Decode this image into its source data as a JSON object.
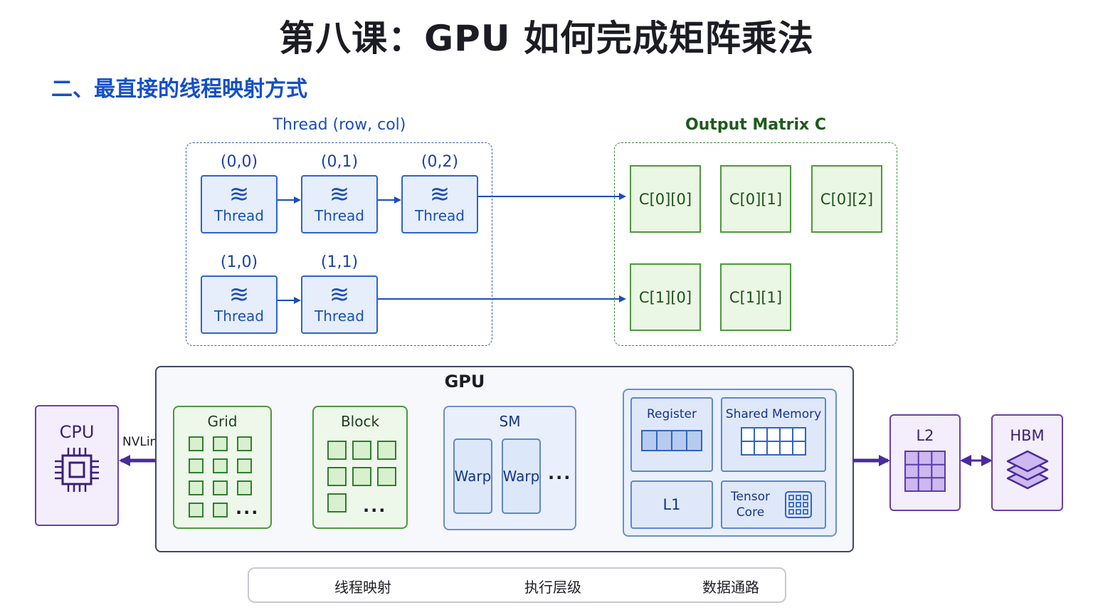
{
  "title": "第八课：GPU 如何完成矩阵乘法",
  "subtitle": "二、最直接的线程映射方式",
  "thread_panel": {
    "label": "Thread (row, col)",
    "rows": [
      [
        {
          "coord": "(0,0)",
          "label": "Thread"
        },
        {
          "coord": "(0,1)",
          "label": "Thread"
        },
        {
          "coord": "(0,2)",
          "label": "Thread"
        }
      ],
      [
        {
          "coord": "(1,0)",
          "label": "Thread"
        },
        {
          "coord": "(1,1)",
          "label": "Thread"
        }
      ]
    ]
  },
  "output_panel": {
    "label": "Output Matrix C",
    "row0": [
      "C[0][0]",
      "C[0][1]",
      "C[0][2]"
    ],
    "row1": [
      "C[1][0]",
      "C[1][1]"
    ]
  },
  "gpu": {
    "title": "GPU",
    "grid": "Grid",
    "block": "Block",
    "sm": "SM",
    "warp": "Warp",
    "register": "Register",
    "shared_memory": "Shared Memory",
    "l1": "L1",
    "tensor_core_1": "Tensor",
    "tensor_core_2": "Core",
    "ellipsis": "..."
  },
  "cpu": {
    "label": "CPU",
    "link": "NVLink"
  },
  "l2": {
    "label": "L2"
  },
  "hbm": {
    "label": "HBM"
  },
  "legend": {
    "thread_mapping": "线程映射",
    "execution_hierarchy": "执行层级",
    "data_path": "数据通路"
  },
  "colors": {
    "blue": "#1a4fb8",
    "green": "#2f7f2f",
    "purple": "#4a2a9a"
  },
  "icons": [
    "thread-wave-icon",
    "cpu-chip-icon",
    "tensor-core-icon",
    "l2-grid-icon",
    "hbm-stack-icon"
  ]
}
